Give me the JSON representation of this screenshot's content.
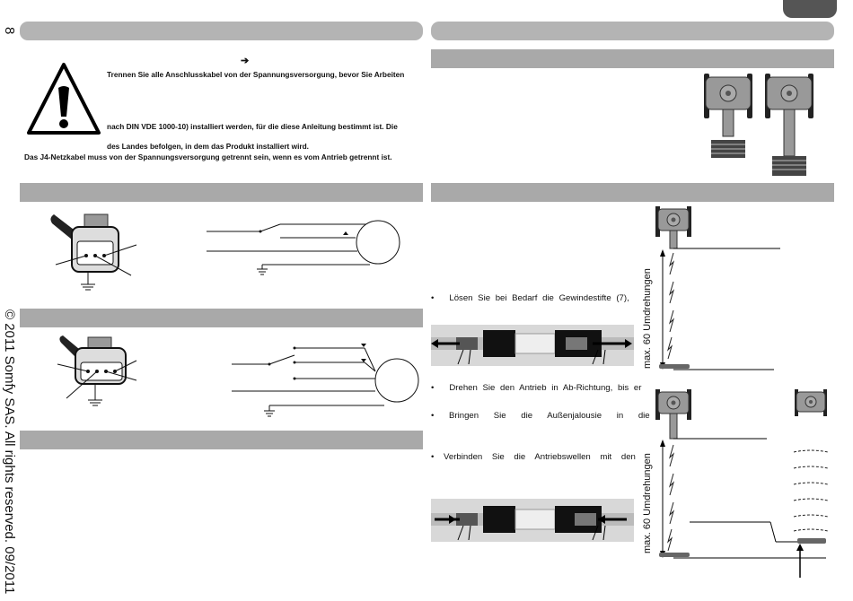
{
  "page_number": "8",
  "copyright": "© 2011 Somfy SAS. All rights reserved. 09/2011",
  "arrow_glyph": "➔",
  "safety": {
    "line1": "Trennen Sie alle Anschlusskabel von der Spannungsversorgung, bevor Sie Arbeiten",
    "line2": "nach DIN VDE 1000-10) installiert werden, für die diese Anleitung bestimmt ist. Die",
    "line3": "des Landes befolgen, in dem das Produkt installiert wird.",
    "line4": "Das J4-Netzkabel muss von der Spannungsversorgung getrennt sein, wenn es vom Antrieb getrennt ist."
  },
  "bullets": {
    "b1": "Lösen Sie bei Bedarf die Gewindestifte (7),",
    "b2": "Drehen Sie den Antrieb in Ab-Richtung, bis er",
    "b3": "Bringen Sie die Außenjalousie in die",
    "b4": "Verbinden Sie die Antriebswellen mit den"
  },
  "diagram_label_top": "max. 60 Umdrehungen",
  "diagram_label_bottom": "max. 60 Umdrehungen",
  "colors": {
    "bar": "#b4b4b4",
    "tab": "#555555"
  }
}
